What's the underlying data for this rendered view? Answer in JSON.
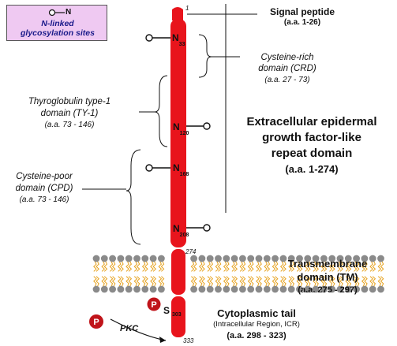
{
  "legend": {
    "symbol_label": "N",
    "line1": "N-linked",
    "line2": "glycosylation sites",
    "icon": "glycosylation-lollipop-icon"
  },
  "residue_ticks": {
    "start": "1",
    "ecd_end": "274",
    "end": "333"
  },
  "glycosylation_sites": [
    {
      "residue": "N",
      "position": "33"
    },
    {
      "residue": "N",
      "position": "120"
    },
    {
      "residue": "N",
      "position": "168"
    },
    {
      "residue": "N",
      "position": "208"
    }
  ],
  "phospho_site": {
    "residue": "S",
    "position": "303"
  },
  "regions": {
    "signal_peptide": {
      "name": "Signal peptide",
      "range": "(a.a. 1-26)"
    },
    "crd": {
      "name_line1": "Cysteine-rich",
      "name_line2": "domain (CRD)",
      "range": "(a.a. 27 - 73)"
    },
    "ty1": {
      "name_line1": "Thyroglobulin type-1",
      "name_line2": "domain (TY-1)",
      "range": "(a.a. 73 - 146)"
    },
    "cpd": {
      "name_line1": "Cysteine-poor",
      "name_line2": "domain (CPD)",
      "range": "(a.a. 73 - 146)"
    },
    "egf": {
      "line1": "Extracellular epidermal",
      "line2": "growth factor-like",
      "line3": "repeat domain",
      "range": "(a.a. 1-274)"
    },
    "tm": {
      "name_line1": "Transmembrane",
      "name_line2": "domain (TM)",
      "range": "(a.a. 275 - 297)"
    },
    "tail": {
      "name": "Cytoplasmic tail",
      "sub": "(Intracellular Region, ICR)",
      "range": "(a.a. 298 - 323)"
    }
  },
  "kinase": {
    "label": "PKC",
    "phospho_symbol": "P"
  },
  "colors": {
    "protein": "#e8141c",
    "legend_bg": "#efc9f2",
    "phosphate": "#c0141a",
    "lipid_head": "#8a8a8a",
    "lipid_tail": "#e6a21e"
  }
}
